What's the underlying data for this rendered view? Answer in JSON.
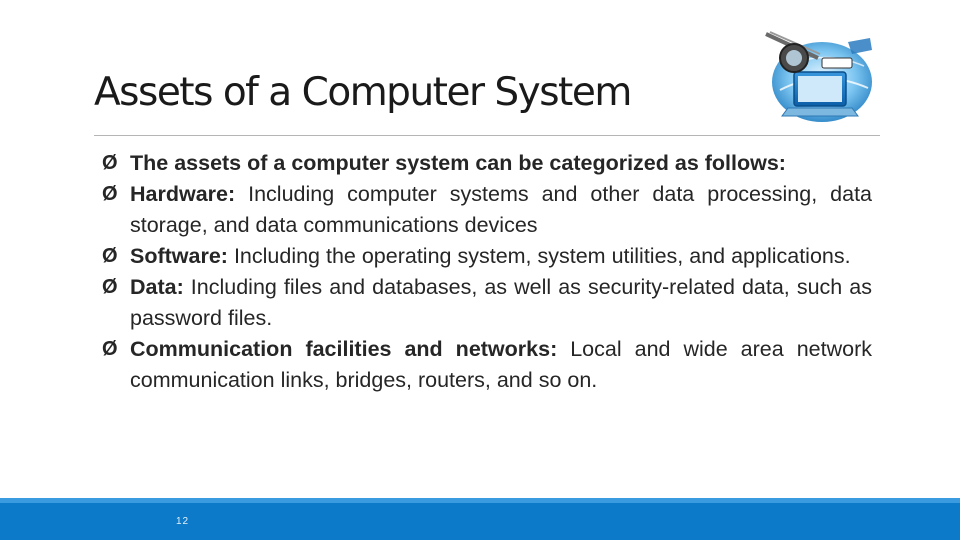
{
  "slide": {
    "title": "Assets of a Computer System",
    "bullets": [
      {
        "bold": "The assets of a computer system can be categorized as follows:",
        "text": ""
      },
      {
        "bold": "Hardware:",
        "text": " Including computer systems and other data processing, data storage, and data communications devices"
      },
      {
        "bold": "Software:",
        "text": " Including the operating system, system utilities, and applications."
      },
      {
        "bold": "Data:",
        "text": " Including files and databases, as well as security-related data, such as password files."
      },
      {
        "bold": "Communication facilities and networks:",
        "text": " Local and wide area network communication links, bridges, routers, and so on."
      }
    ],
    "bullet_symbol": "Ø",
    "page_number": "12"
  },
  "colors": {
    "footer": "#0d79c9",
    "footer_highlight": "#3a9be0",
    "title": "#1a1a1a"
  },
  "icons": {
    "logo": "computer-security-globe-logo"
  }
}
